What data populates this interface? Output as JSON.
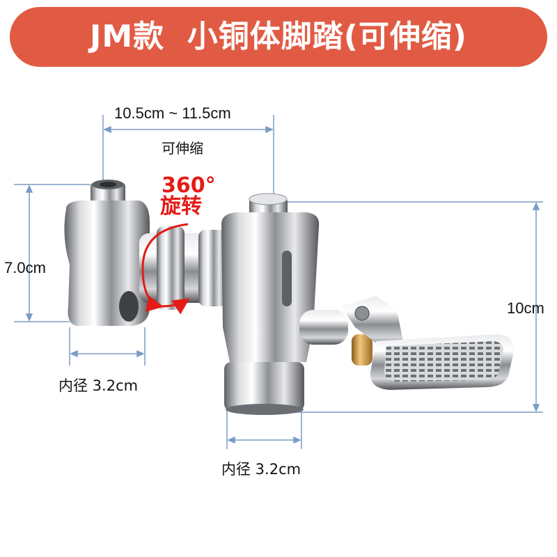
{
  "banner": {
    "title": "JM款  小铜体脚踏(可伸缩)"
  },
  "dimensions": {
    "width_range": "10.5cm ~ 11.5cm",
    "width_note": "可伸缩",
    "left_height": "7.0cm",
    "total_height": "10cm",
    "inner_diameter_left": "内径 3.2cm",
    "inner_diameter_bottom": "内径 3.2cm"
  },
  "rotation": {
    "degrees": "360°",
    "text": "旋转"
  },
  "colors": {
    "banner": "#e15b44",
    "dimension_lines": "#7a9cc6",
    "rotation_accent": "#e41b17"
  }
}
